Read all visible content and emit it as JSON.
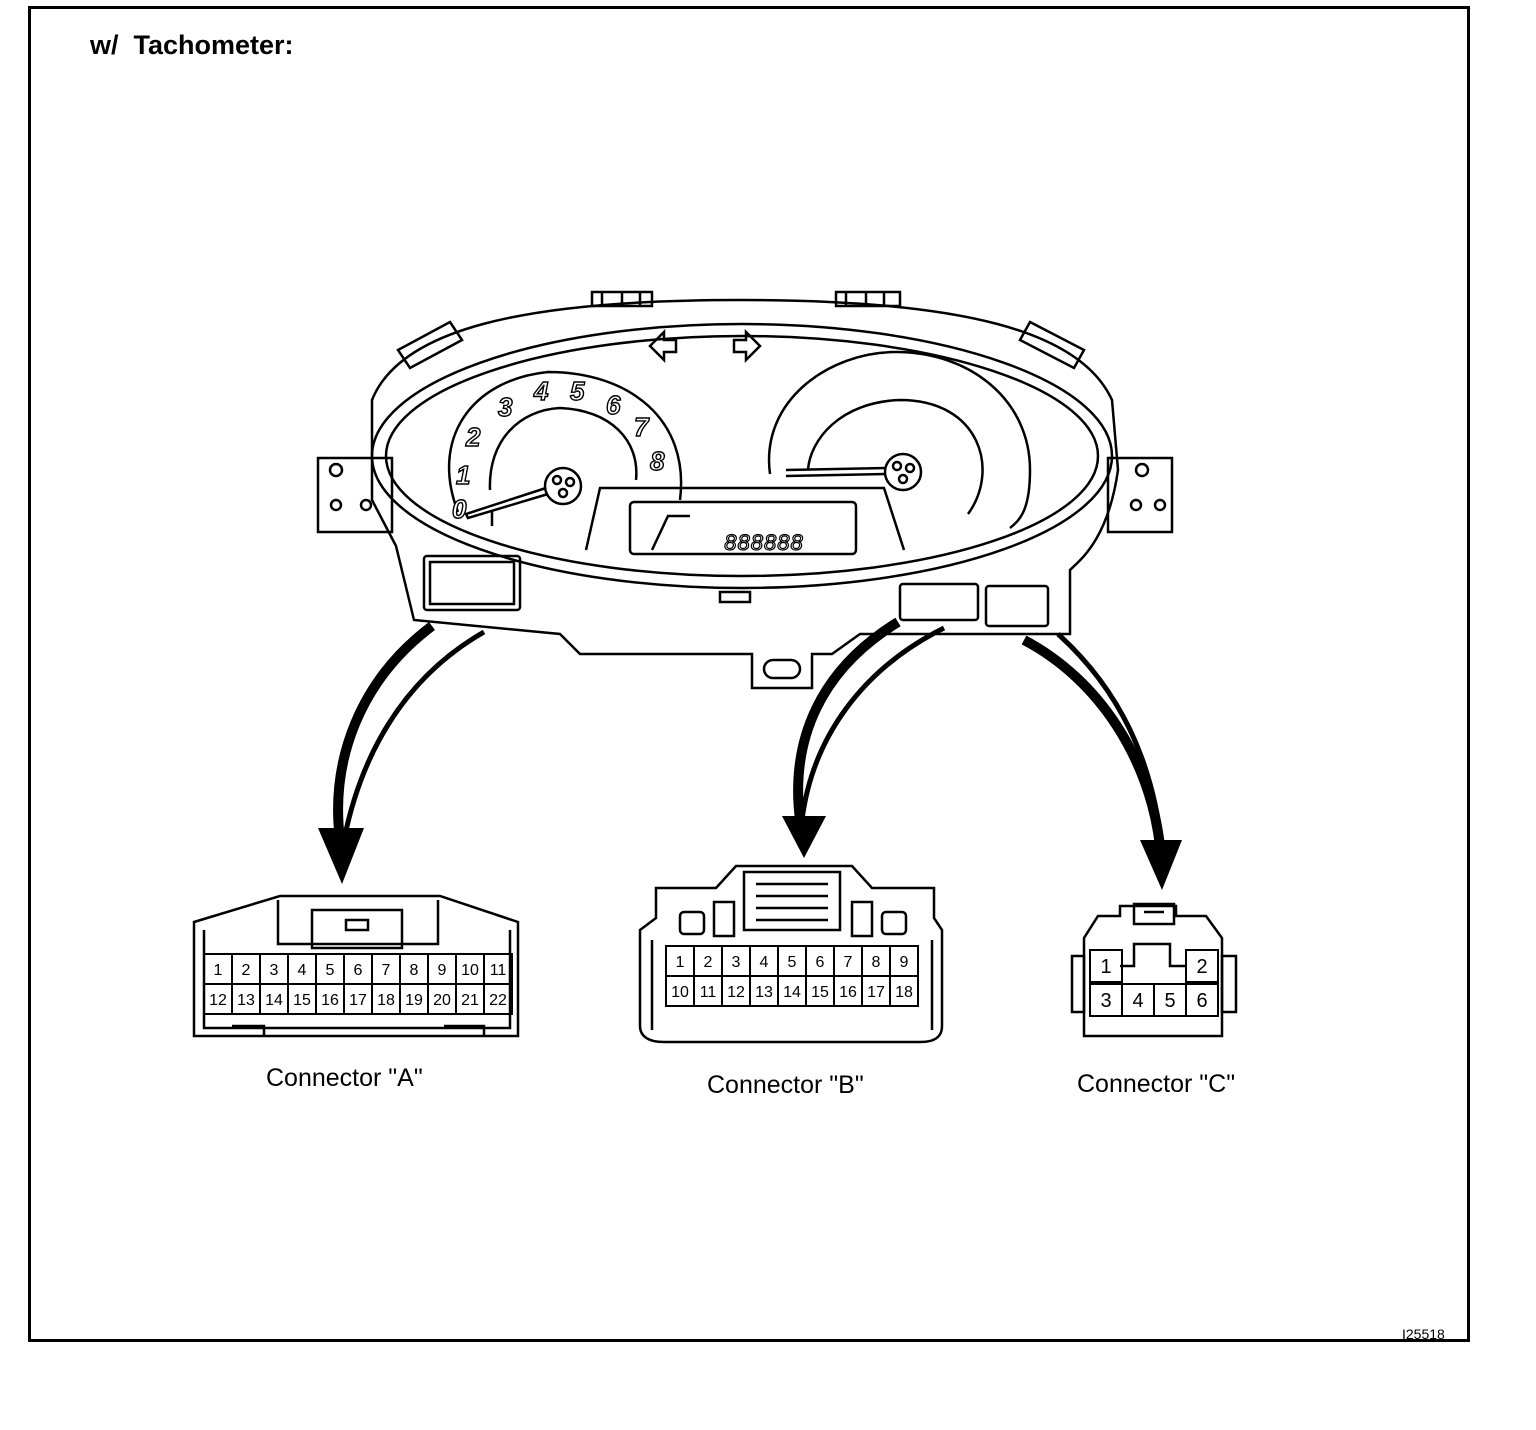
{
  "heading": "w/  Tachometer:",
  "figure_id": "I25518",
  "cluster": {
    "tach_numbers": [
      "0",
      "1",
      "2",
      "3",
      "4",
      "5",
      "6",
      "7",
      "8"
    ],
    "odometer_digits": "888888"
  },
  "connectors": [
    {
      "id": "A",
      "label": "Connector \"A\"",
      "rows": [
        [
          "1",
          "2",
          "3",
          "4",
          "5",
          "6",
          "7",
          "8",
          "9",
          "10",
          "11"
        ],
        [
          "12",
          "13",
          "14",
          "15",
          "16",
          "17",
          "18",
          "19",
          "20",
          "21",
          "22"
        ]
      ]
    },
    {
      "id": "B",
      "label": "Connector \"B\"",
      "rows": [
        [
          "1",
          "2",
          "3",
          "4",
          "5",
          "6",
          "7",
          "8",
          "9"
        ],
        [
          "10",
          "11",
          "12",
          "13",
          "14",
          "15",
          "16",
          "17",
          "18"
        ]
      ]
    },
    {
      "id": "C",
      "label": "Connector \"C\"",
      "rows": [
        [
          "1",
          "2"
        ],
        [
          "3",
          "4",
          "5",
          "6"
        ]
      ]
    }
  ]
}
